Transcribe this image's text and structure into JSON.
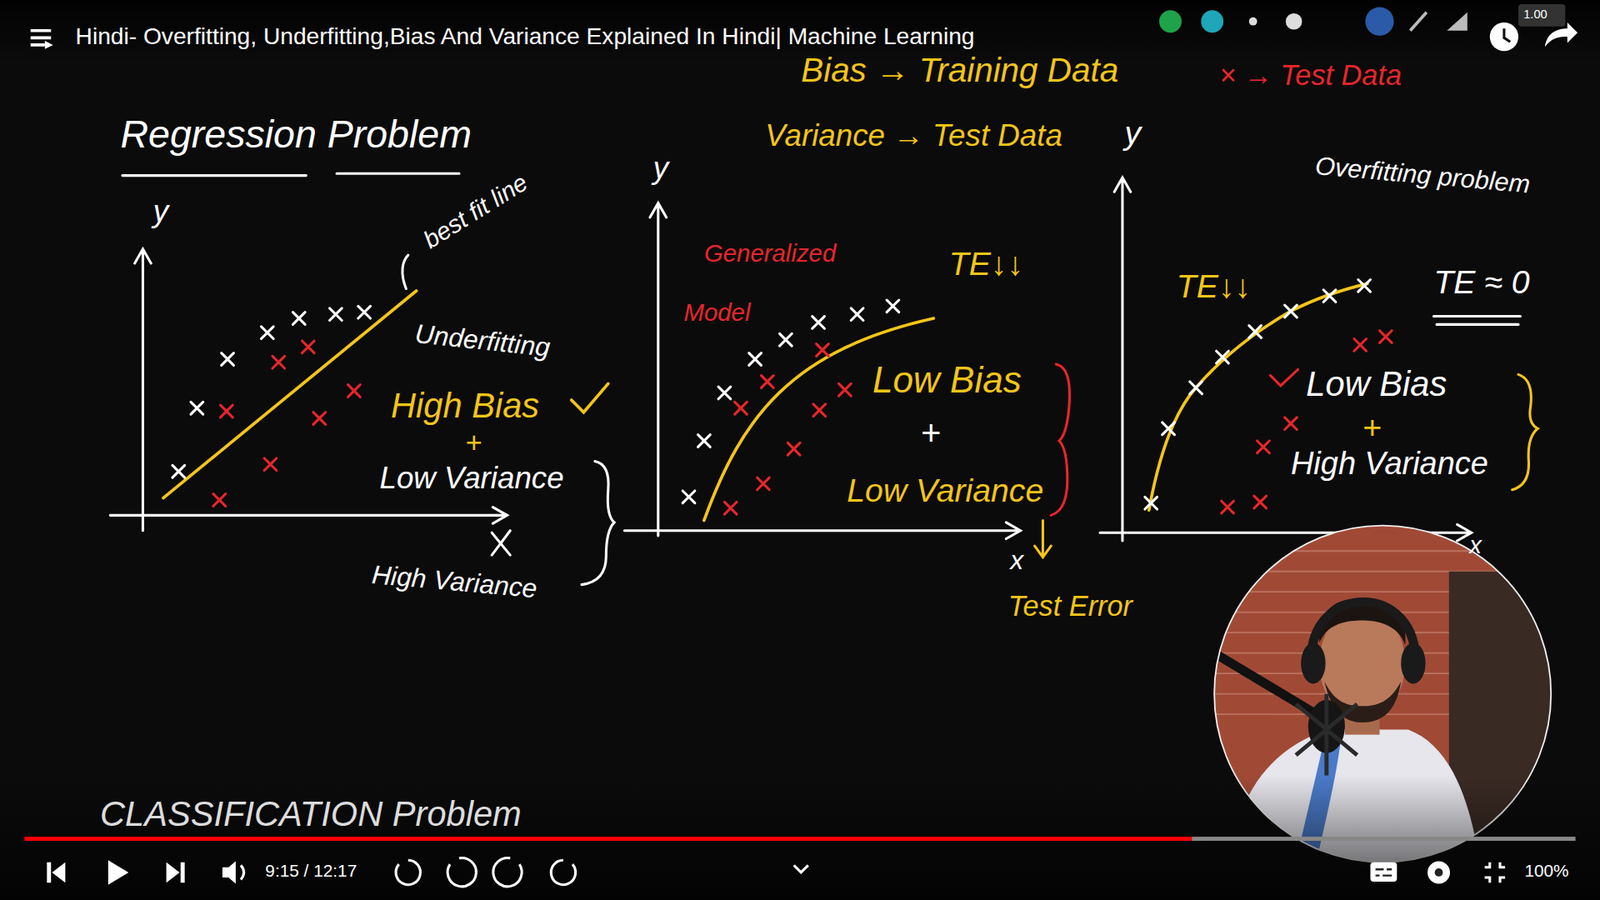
{
  "diagram": {
    "title": "Hindi- Overfitting, Underfitting,Bias And Variance Explained In Hindi| Machine Learning",
    "labels": [
      "1.00",
      "Regression Problem",
      "y",
      "best fit line",
      "Underfitting",
      "High Bias",
      "+",
      "Low Variance",
      "High Variance",
      "Bias → Training Data",
      "Variance → Test Data",
      "× → Test Data",
      "Generalized",
      "Model",
      "TE↓↓",
      "Low Bias",
      "+",
      "Low Variance",
      "y",
      "x",
      "Test Error",
      "y",
      "Overfitting problem",
      "TE↓↓",
      "TE ≈ 0",
      "Low Bias",
      "+",
      "High Variance",
      "x",
      "CLASSIFICATION Problem",
      "9:15 / 12:17",
      "100%"
    ]
  }
}
